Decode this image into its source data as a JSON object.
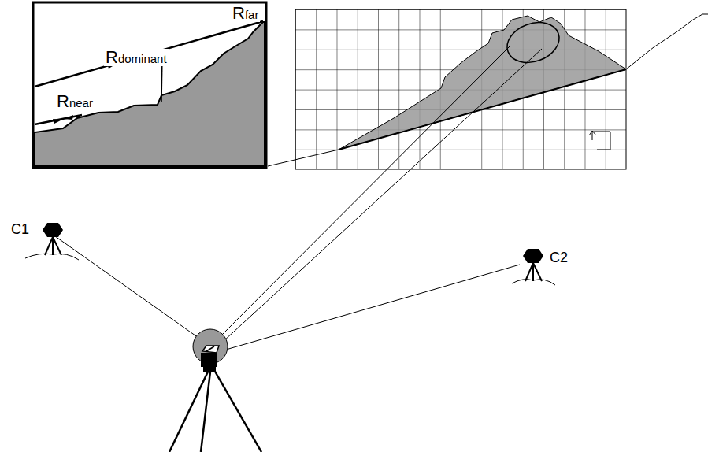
{
  "diagram": {
    "labels": [
      "Rdominant",
      "Rfar",
      "Rnear",
      "C1",
      "C2"
    ]
  }
}
